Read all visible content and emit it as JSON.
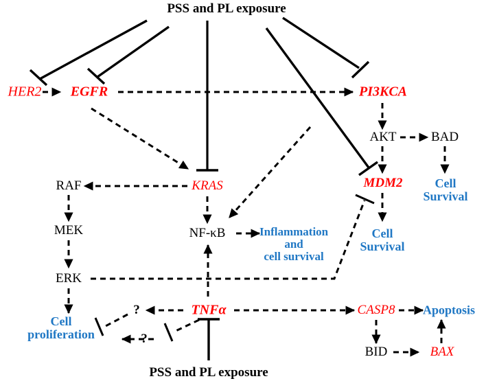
{
  "figure": {
    "type": "biological-pathway-diagram",
    "title_top": "PSS and PL exposure",
    "title_bottom": "PSS and PL exposure",
    "colors": {
      "gene_red": "#FF0000",
      "outcome_blue": "#1F77C4",
      "text_black": "#000000"
    }
  },
  "nodes": {
    "exposure_top": "PSS and PL exposure",
    "exposure_bottom": "PSS and PL exposure",
    "her2": "HER2",
    "egfr": "EGFR",
    "pi3kca": "PI3KCA",
    "akt": "AKT",
    "bad": "BAD",
    "mdm2": "MDM2",
    "kras": "KRAS",
    "raf": "RAF",
    "mek": "MEK",
    "erk": "ERK",
    "nfkb": "NF-κB",
    "tnfa": "TNFα",
    "casp8": "CASP8",
    "bid": "BID",
    "bax": "BAX",
    "apoptosis": "Apoptosis",
    "cell_survival_right": "Cell\nSurvival",
    "cell_survival_right_l1": "Cell",
    "cell_survival_right_l2": "Survival",
    "cell_survival_mid_l1": "Cell",
    "cell_survival_mid_l2": "Survival",
    "inflammation_l1": "Inflammation",
    "inflammation_l2": "and",
    "inflammation_l3": "cell survival",
    "cell_proliferation_l1": "Cell",
    "cell_proliferation_l2": "proliferation",
    "unknown_1": "?",
    "unknown_2": "?"
  },
  "edges": [
    {
      "from": "exposure_top",
      "to": "her2",
      "style": "solid",
      "kind": "inhibition"
    },
    {
      "from": "exposure_top",
      "to": "egfr",
      "style": "solid",
      "kind": "inhibition"
    },
    {
      "from": "exposure_top",
      "to": "kras",
      "style": "solid",
      "kind": "inhibition"
    },
    {
      "from": "exposure_top",
      "to": "pi3kca",
      "style": "solid",
      "kind": "inhibition"
    },
    {
      "from": "exposure_top",
      "to": "mdm2",
      "style": "solid",
      "kind": "inhibition"
    },
    {
      "from": "her2",
      "to": "egfr",
      "style": "dashed",
      "kind": "activation"
    },
    {
      "from": "egfr",
      "to": "pi3kca",
      "style": "dashed",
      "kind": "activation"
    },
    {
      "from": "egfr",
      "to": "kras",
      "style": "dashed",
      "kind": "activation"
    },
    {
      "from": "pi3kca",
      "to": "akt",
      "style": "dashed",
      "kind": "activation"
    },
    {
      "from": "akt",
      "to": "bad",
      "style": "dashed",
      "kind": "activation"
    },
    {
      "from": "akt",
      "to": "mdm2",
      "style": "dashed",
      "kind": "activation"
    },
    {
      "from": "bad",
      "to": "cell_survival_right",
      "style": "dashed",
      "kind": "activation"
    },
    {
      "from": "mdm2",
      "to": "cell_survival_mid",
      "style": "dashed",
      "kind": "activation"
    },
    {
      "from": "pi3kca",
      "to": "nfkb",
      "style": "dashed",
      "kind": "activation"
    },
    {
      "from": "kras",
      "to": "raf",
      "style": "dashed",
      "kind": "activation"
    },
    {
      "from": "kras",
      "to": "nfkb",
      "style": "dashed",
      "kind": "activation"
    },
    {
      "from": "raf",
      "to": "mek",
      "style": "dashed",
      "kind": "activation"
    },
    {
      "from": "mek",
      "to": "erk",
      "style": "dashed",
      "kind": "activation"
    },
    {
      "from": "erk",
      "to": "cell_proliferation",
      "style": "dashed",
      "kind": "activation"
    },
    {
      "from": "erk",
      "to": "mdm2",
      "style": "dashed",
      "kind": "inhibition"
    },
    {
      "from": "nfkb",
      "to": "inflammation",
      "style": "dashed",
      "kind": "activation"
    },
    {
      "from": "tnfa",
      "to": "nfkb",
      "style": "dashed",
      "kind": "activation"
    },
    {
      "from": "tnfa",
      "to": "unknown_1",
      "style": "dashed",
      "kind": "activation"
    },
    {
      "from": "unknown_1",
      "to": "cell_proliferation",
      "style": "dashed",
      "kind": "inhibition"
    },
    {
      "from": "tnfa",
      "to": "unknown_2",
      "style": "dashed",
      "kind": "inhibition"
    },
    {
      "from": "unknown_2",
      "to": "cell_proliferation",
      "style": "dashed",
      "kind": "activation"
    },
    {
      "from": "tnfa",
      "to": "casp8",
      "style": "dashed",
      "kind": "activation"
    },
    {
      "from": "casp8",
      "to": "apoptosis",
      "style": "dashed",
      "kind": "activation"
    },
    {
      "from": "casp8",
      "to": "bid",
      "style": "dashed",
      "kind": "activation"
    },
    {
      "from": "bid",
      "to": "bax",
      "style": "dashed",
      "kind": "activation"
    },
    {
      "from": "bax",
      "to": "apoptosis",
      "style": "dashed",
      "kind": "activation"
    },
    {
      "from": "exposure_bottom",
      "to": "tnfa",
      "style": "solid",
      "kind": "inhibition"
    }
  ]
}
